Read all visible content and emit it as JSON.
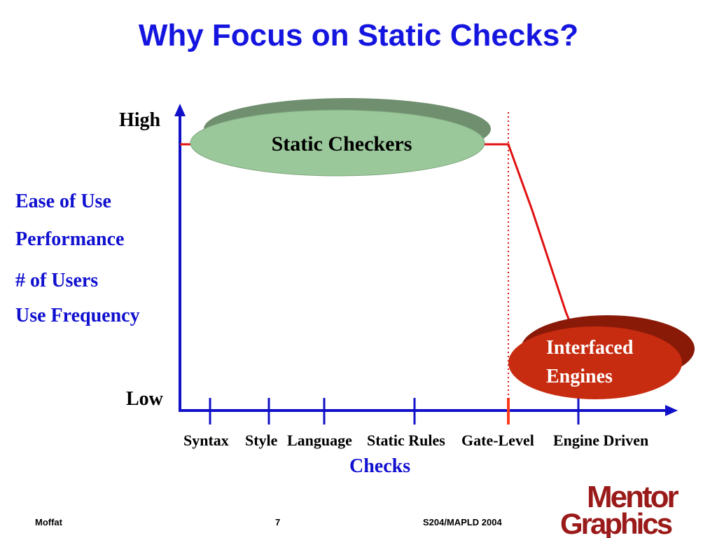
{
  "title": "Why Focus on Static Checks?",
  "y_axis": {
    "high": "High",
    "low": "Low"
  },
  "metrics": [
    "Ease of Use",
    "Performance",
    "# of Users",
    "Use Frequency"
  ],
  "x_axis": {
    "title": "Checks",
    "categories": [
      "Syntax",
      "Style",
      "Language",
      "Static Rules",
      "Gate-Level",
      "Engine Driven"
    ]
  },
  "bubbles": {
    "static": "Static Checkers",
    "interfaced_line1": "Interfaced",
    "interfaced_line2": "Engines"
  },
  "footer": {
    "author": "Moffat",
    "page": "7",
    "event": "S204/MAPLD 2004"
  },
  "logo": {
    "line1": "Mentor",
    "line2": "Graphics"
  },
  "colors": {
    "title": "#1515e0",
    "axis": "#1010c8",
    "curve": "#e01010",
    "static_bubble": "#9bc89b",
    "engine_bubble": "#c82c10",
    "logo": "#9a1a1a"
  }
}
